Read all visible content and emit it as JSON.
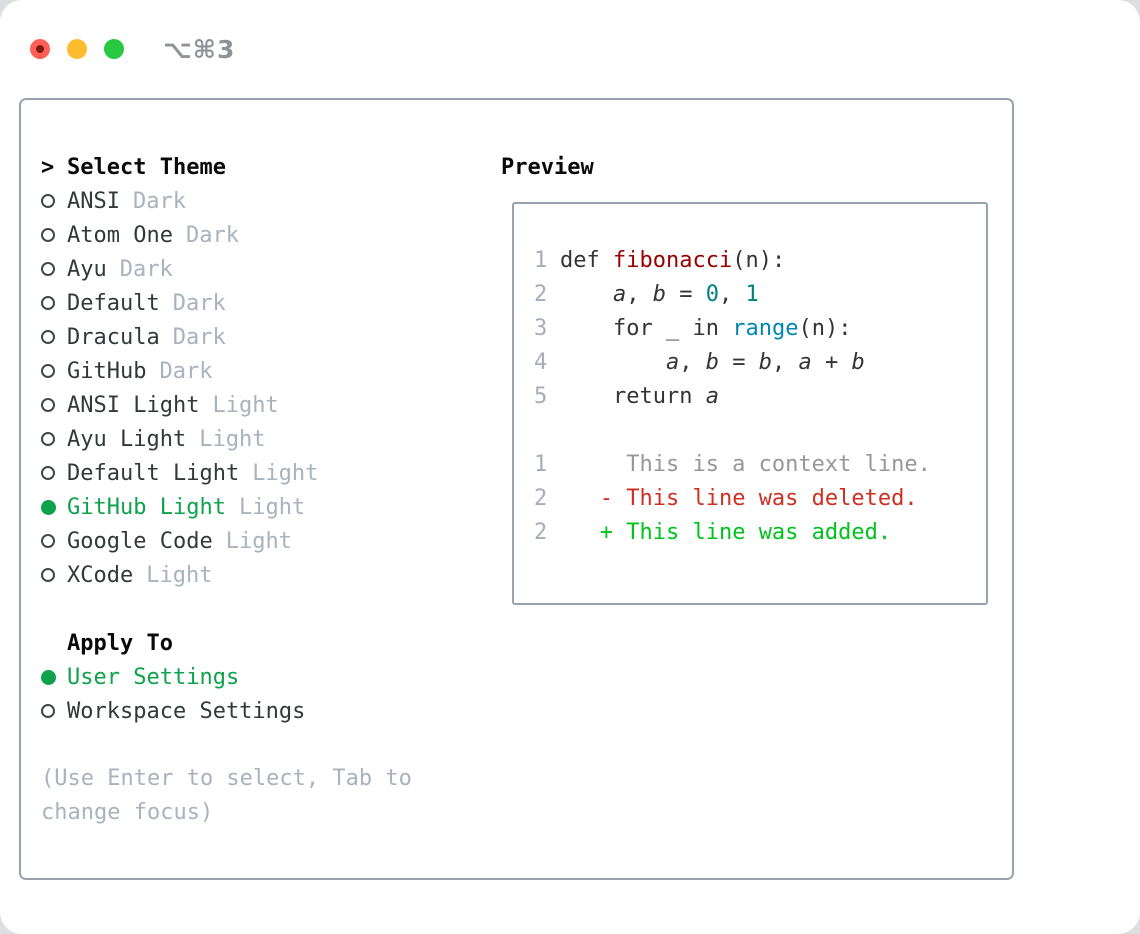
{
  "titlebar": {
    "title": "⌥⌘3"
  },
  "colors": {
    "accent_green": "#0ea24c",
    "diff_add": "#00c31e",
    "diff_del": "#cd2f20",
    "syntax_title": "#990000",
    "syntax_number": "#008080",
    "syntax_builtin": "#0086b3",
    "code_text": "#333438",
    "muted": "#a9b2bd",
    "line_number": "#a4adb8",
    "context": "#979797",
    "border": "#9aa3ad",
    "text_dark": "#33383d",
    "heading": "#0a0a0a",
    "traffic_red": "#ff5f57",
    "traffic_yellow": "#febc2e",
    "traffic_green": "#28c840"
  },
  "select_theme": {
    "prompt": ">",
    "header": "Select Theme",
    "items": [
      {
        "name": "ANSI",
        "variant": "Dark",
        "selected": false
      },
      {
        "name": "Atom One",
        "variant": "Dark",
        "selected": false
      },
      {
        "name": "Ayu",
        "variant": "Dark",
        "selected": false
      },
      {
        "name": "Default",
        "variant": "Dark",
        "selected": false
      },
      {
        "name": "Dracula",
        "variant": "Dark",
        "selected": false
      },
      {
        "name": "GitHub",
        "variant": "Dark",
        "selected": false
      },
      {
        "name": "ANSI Light",
        "variant": "Light",
        "selected": false
      },
      {
        "name": "Ayu Light",
        "variant": "Light",
        "selected": false
      },
      {
        "name": "Default Light",
        "variant": "Light",
        "selected": false
      },
      {
        "name": "GitHub Light",
        "variant": "Light",
        "selected": true
      },
      {
        "name": "Google Code",
        "variant": "Light",
        "selected": false
      },
      {
        "name": "XCode",
        "variant": "Light",
        "selected": false
      }
    ]
  },
  "apply_to": {
    "header": "Apply To",
    "items": [
      {
        "label": "User Settings",
        "selected": true
      },
      {
        "label": "Workspace Settings",
        "selected": false
      }
    ]
  },
  "hint": "(Use Enter to select, Tab to change focus)",
  "preview": {
    "header": "Preview",
    "code_lines": [
      {
        "ln": "1",
        "tokens": [
          {
            "t": "def ",
            "c": "kw"
          },
          {
            "t": "fibonacci",
            "c": "title"
          },
          {
            "t": "(n):",
            "c": "plain"
          }
        ]
      },
      {
        "ln": "2",
        "tokens": [
          {
            "t": "    ",
            "c": "plain"
          },
          {
            "t": "a",
            "c": "var"
          },
          {
            "t": ", ",
            "c": "plain"
          },
          {
            "t": "b",
            "c": "var"
          },
          {
            "t": " = ",
            "c": "plain"
          },
          {
            "t": "0",
            "c": "num"
          },
          {
            "t": ", ",
            "c": "plain"
          },
          {
            "t": "1",
            "c": "num"
          }
        ]
      },
      {
        "ln": "3",
        "tokens": [
          {
            "t": "    ",
            "c": "plain"
          },
          {
            "t": "for",
            "c": "kw"
          },
          {
            "t": " _ ",
            "c": "plain"
          },
          {
            "t": "in",
            "c": "kw"
          },
          {
            "t": " ",
            "c": "plain"
          },
          {
            "t": "range",
            "c": "builtin"
          },
          {
            "t": "(n):",
            "c": "plain"
          }
        ]
      },
      {
        "ln": "4",
        "tokens": [
          {
            "t": "        ",
            "c": "plain"
          },
          {
            "t": "a",
            "c": "var"
          },
          {
            "t": ", ",
            "c": "plain"
          },
          {
            "t": "b",
            "c": "var"
          },
          {
            "t": " = ",
            "c": "plain"
          },
          {
            "t": "b",
            "c": "var"
          },
          {
            "t": ", ",
            "c": "plain"
          },
          {
            "t": "a",
            "c": "var"
          },
          {
            "t": " + ",
            "c": "plain"
          },
          {
            "t": "b",
            "c": "var"
          }
        ]
      },
      {
        "ln": "5",
        "tokens": [
          {
            "t": "    ",
            "c": "plain"
          },
          {
            "t": "return",
            "c": "kw"
          },
          {
            "t": " ",
            "c": "plain"
          },
          {
            "t": "a",
            "c": "var"
          }
        ]
      }
    ],
    "diff_lines": [
      {
        "ln": "1",
        "tokens": [
          {
            "t": "     This is a context line.",
            "c": "ctx"
          }
        ]
      },
      {
        "ln": "2",
        "tokens": [
          {
            "t": "   ",
            "c": "plain"
          },
          {
            "t": "- This line was deleted.",
            "c": "del"
          }
        ]
      },
      {
        "ln": "2",
        "tokens": [
          {
            "t": "   ",
            "c": "plain"
          },
          {
            "t": "+ This line was added.",
            "c": "add"
          }
        ]
      }
    ]
  }
}
